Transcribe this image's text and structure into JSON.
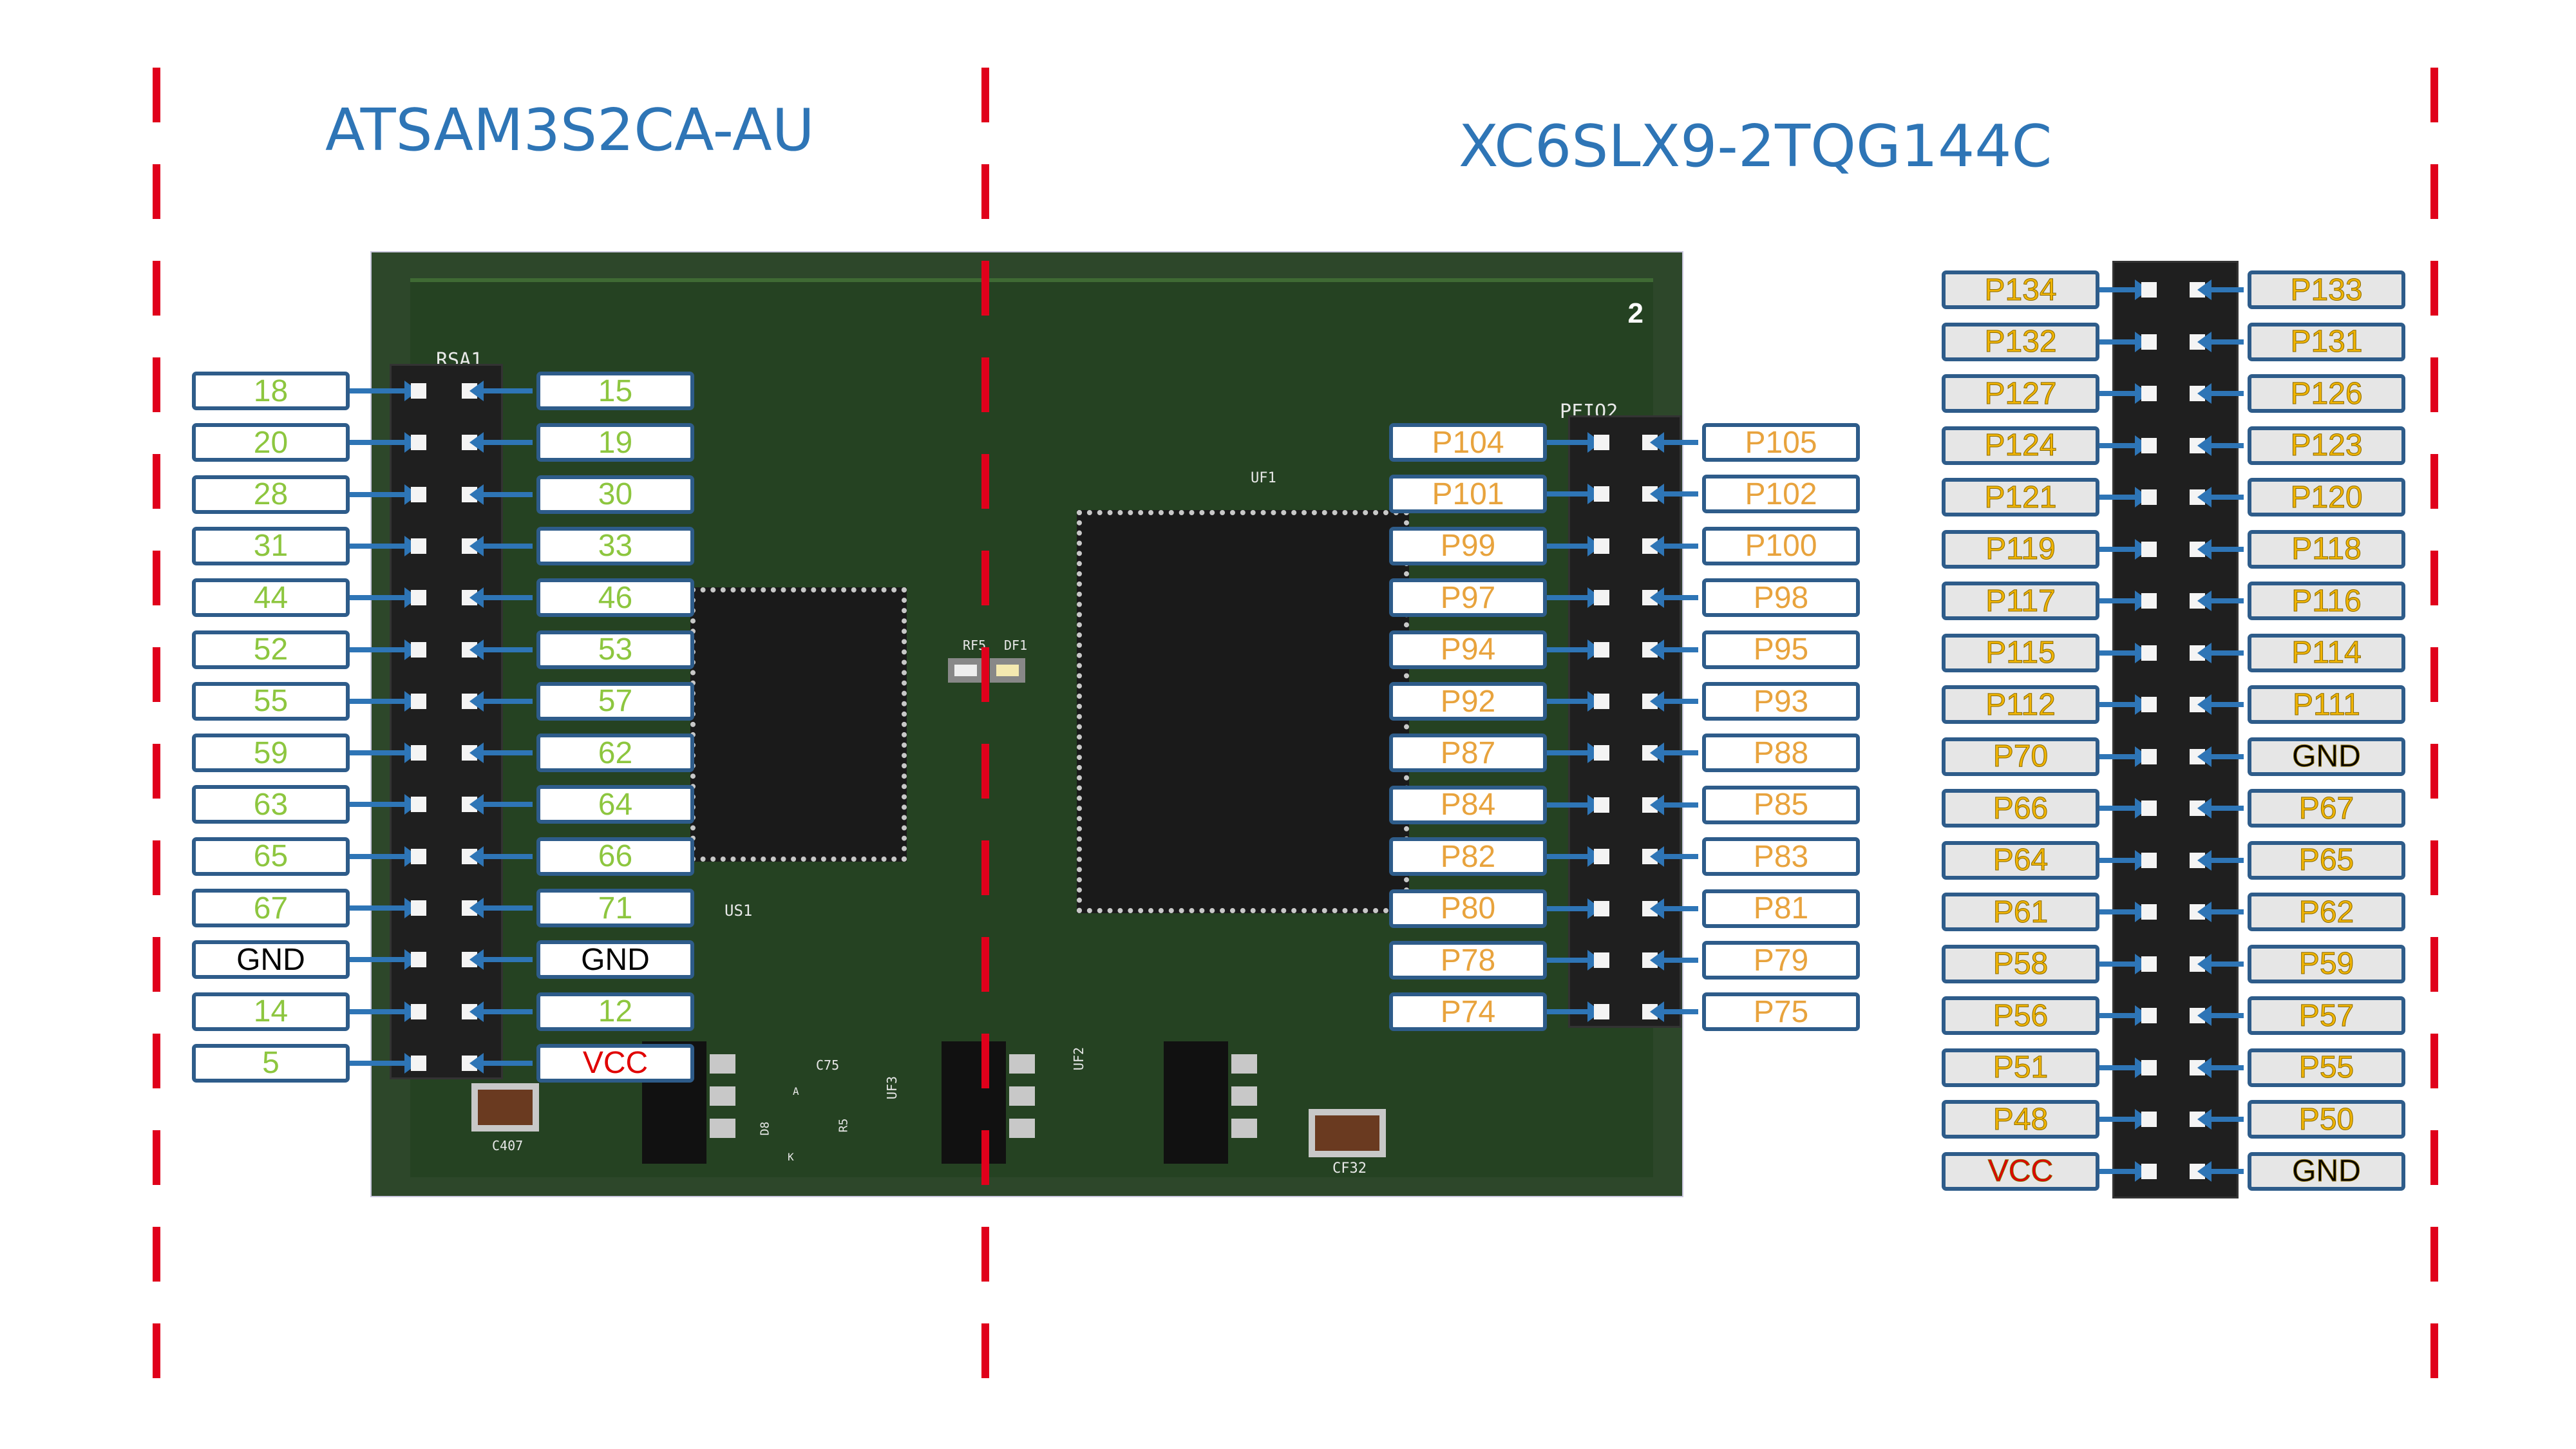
{
  "titles": {
    "mcu": "ATSAM3S2CA-AU",
    "fpga": "XC6SLX9-2TQG144C"
  },
  "colors": {
    "green": "#8dc63f",
    "black": "#000000",
    "red": "#e00000",
    "orange": "#e8a33d",
    "gold": "#f0b400",
    "accent": "#2e75b6"
  },
  "board": {
    "number": "2",
    "silk": {
      "rsa1": "RSA1",
      "pfio2": "PFIO2",
      "uf1": "UF1",
      "us1": "US1",
      "rf5": "RF5",
      "df1": "DF1",
      "c75": "C75",
      "c407": "C407",
      "cf32": "CF32",
      "uf3": "UF3",
      "uf2": "UF2",
      "d8": "D8",
      "r5": "R5",
      "a": "A",
      "k": "K"
    }
  },
  "left_header": {
    "left": [
      {
        "t": "18",
        "c": "green"
      },
      {
        "t": "20",
        "c": "green"
      },
      {
        "t": "28",
        "c": "green"
      },
      {
        "t": "31",
        "c": "green"
      },
      {
        "t": "44",
        "c": "green"
      },
      {
        "t": "52",
        "c": "green"
      },
      {
        "t": "55",
        "c": "green"
      },
      {
        "t": "59",
        "c": "green"
      },
      {
        "t": "63",
        "c": "green"
      },
      {
        "t": "65",
        "c": "green"
      },
      {
        "t": "67",
        "c": "green"
      },
      {
        "t": "GND",
        "c": "black"
      },
      {
        "t": "14",
        "c": "green"
      },
      {
        "t": "5",
        "c": "green"
      }
    ],
    "right": [
      {
        "t": "15",
        "c": "green"
      },
      {
        "t": "19",
        "c": "green"
      },
      {
        "t": "30",
        "c": "green"
      },
      {
        "t": "33",
        "c": "green"
      },
      {
        "t": "46",
        "c": "green"
      },
      {
        "t": "53",
        "c": "green"
      },
      {
        "t": "57",
        "c": "green"
      },
      {
        "t": "62",
        "c": "green"
      },
      {
        "t": "64",
        "c": "green"
      },
      {
        "t": "66",
        "c": "green"
      },
      {
        "t": "71",
        "c": "green"
      },
      {
        "t": "GND",
        "c": "black"
      },
      {
        "t": "12",
        "c": "green"
      },
      {
        "t": "VCC",
        "c": "red"
      }
    ]
  },
  "mid_header": {
    "left": [
      "P104",
      "P101",
      "P99",
      "P97",
      "P94",
      "P92",
      "P87",
      "P84",
      "P82",
      "P80",
      "P78",
      "P74"
    ],
    "right": [
      "P105",
      "P102",
      "P100",
      "P98",
      "P95",
      "P93",
      "P88",
      "P85",
      "P83",
      "P81",
      "P79",
      "P75"
    ]
  },
  "right_header": {
    "left": [
      {
        "t": "P134",
        "c": "gold"
      },
      {
        "t": "P132",
        "c": "gold"
      },
      {
        "t": "P127",
        "c": "gold"
      },
      {
        "t": "P124",
        "c": "gold"
      },
      {
        "t": "P121",
        "c": "gold"
      },
      {
        "t": "P119",
        "c": "gold"
      },
      {
        "t": "P117",
        "c": "gold"
      },
      {
        "t": "P115",
        "c": "gold"
      },
      {
        "t": "P112",
        "c": "gold"
      },
      {
        "t": "P70",
        "c": "gold"
      },
      {
        "t": "P66",
        "c": "gold"
      },
      {
        "t": "P64",
        "c": "gold"
      },
      {
        "t": "P61",
        "c": "gold"
      },
      {
        "t": "P58",
        "c": "gold"
      },
      {
        "t": "P56",
        "c": "gold"
      },
      {
        "t": "P51",
        "c": "gold"
      },
      {
        "t": "P48",
        "c": "gold"
      },
      {
        "t": "VCC",
        "c": "red"
      }
    ],
    "right": [
      {
        "t": "P133",
        "c": "gold"
      },
      {
        "t": "P131",
        "c": "gold"
      },
      {
        "t": "P126",
        "c": "gold"
      },
      {
        "t": "P123",
        "c": "gold"
      },
      {
        "t": "P120",
        "c": "gold"
      },
      {
        "t": "P118",
        "c": "gold"
      },
      {
        "t": "P116",
        "c": "gold"
      },
      {
        "t": "P114",
        "c": "gold"
      },
      {
        "t": "P111",
        "c": "gold"
      },
      {
        "t": "GND",
        "c": "black"
      },
      {
        "t": "P67",
        "c": "gold"
      },
      {
        "t": "P65",
        "c": "gold"
      },
      {
        "t": "P62",
        "c": "gold"
      },
      {
        "t": "P59",
        "c": "gold"
      },
      {
        "t": "P57",
        "c": "gold"
      },
      {
        "t": "P55",
        "c": "gold"
      },
      {
        "t": "P50",
        "c": "gold"
      },
      {
        "t": "GND",
        "c": "black"
      }
    ]
  }
}
